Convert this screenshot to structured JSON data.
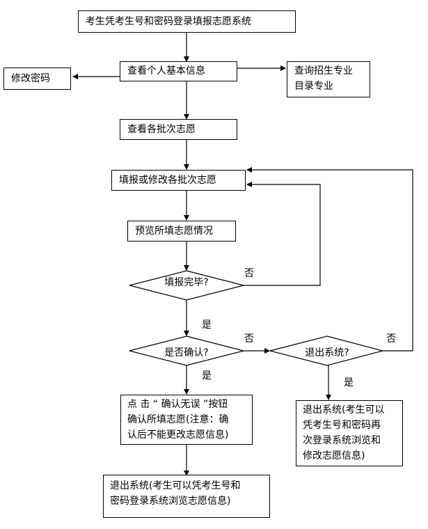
{
  "nodes": {
    "login": "考生凭考生号和密码登录填报志愿系统",
    "view_info": "查看个人基本信息",
    "change_password": "修改密码",
    "query_majors": [
      "查询招生专业",
      "目录专业"
    ],
    "view_batches": "查看各批次志愿",
    "fill_modify": "填报或修改各批次志愿",
    "preview": "预览所填志愿情况",
    "decision_done": "填报完毕?",
    "decision_confirm": "是否确认?",
    "decision_exit": "退出系统?",
    "confirm_action": [
      "点 击 “ 确认无误 ”按钮",
      "确认所填志愿(注意：确",
      "认后不能更改志愿信息)"
    ],
    "exit_reenter": [
      "退出系统(考生可以",
      "凭考生号和密码再",
      "次登录系统浏览和",
      "修改志愿信息)"
    ],
    "exit_final": [
      "退出系统(考生可以凭考生号和",
      "密码登录系统浏览志愿信息)"
    ]
  },
  "edge_labels": {
    "done_no": "否",
    "done_yes": "是",
    "confirm_no": "否",
    "confirm_yes": "是",
    "exit_no": "否",
    "exit_yes": "是"
  }
}
